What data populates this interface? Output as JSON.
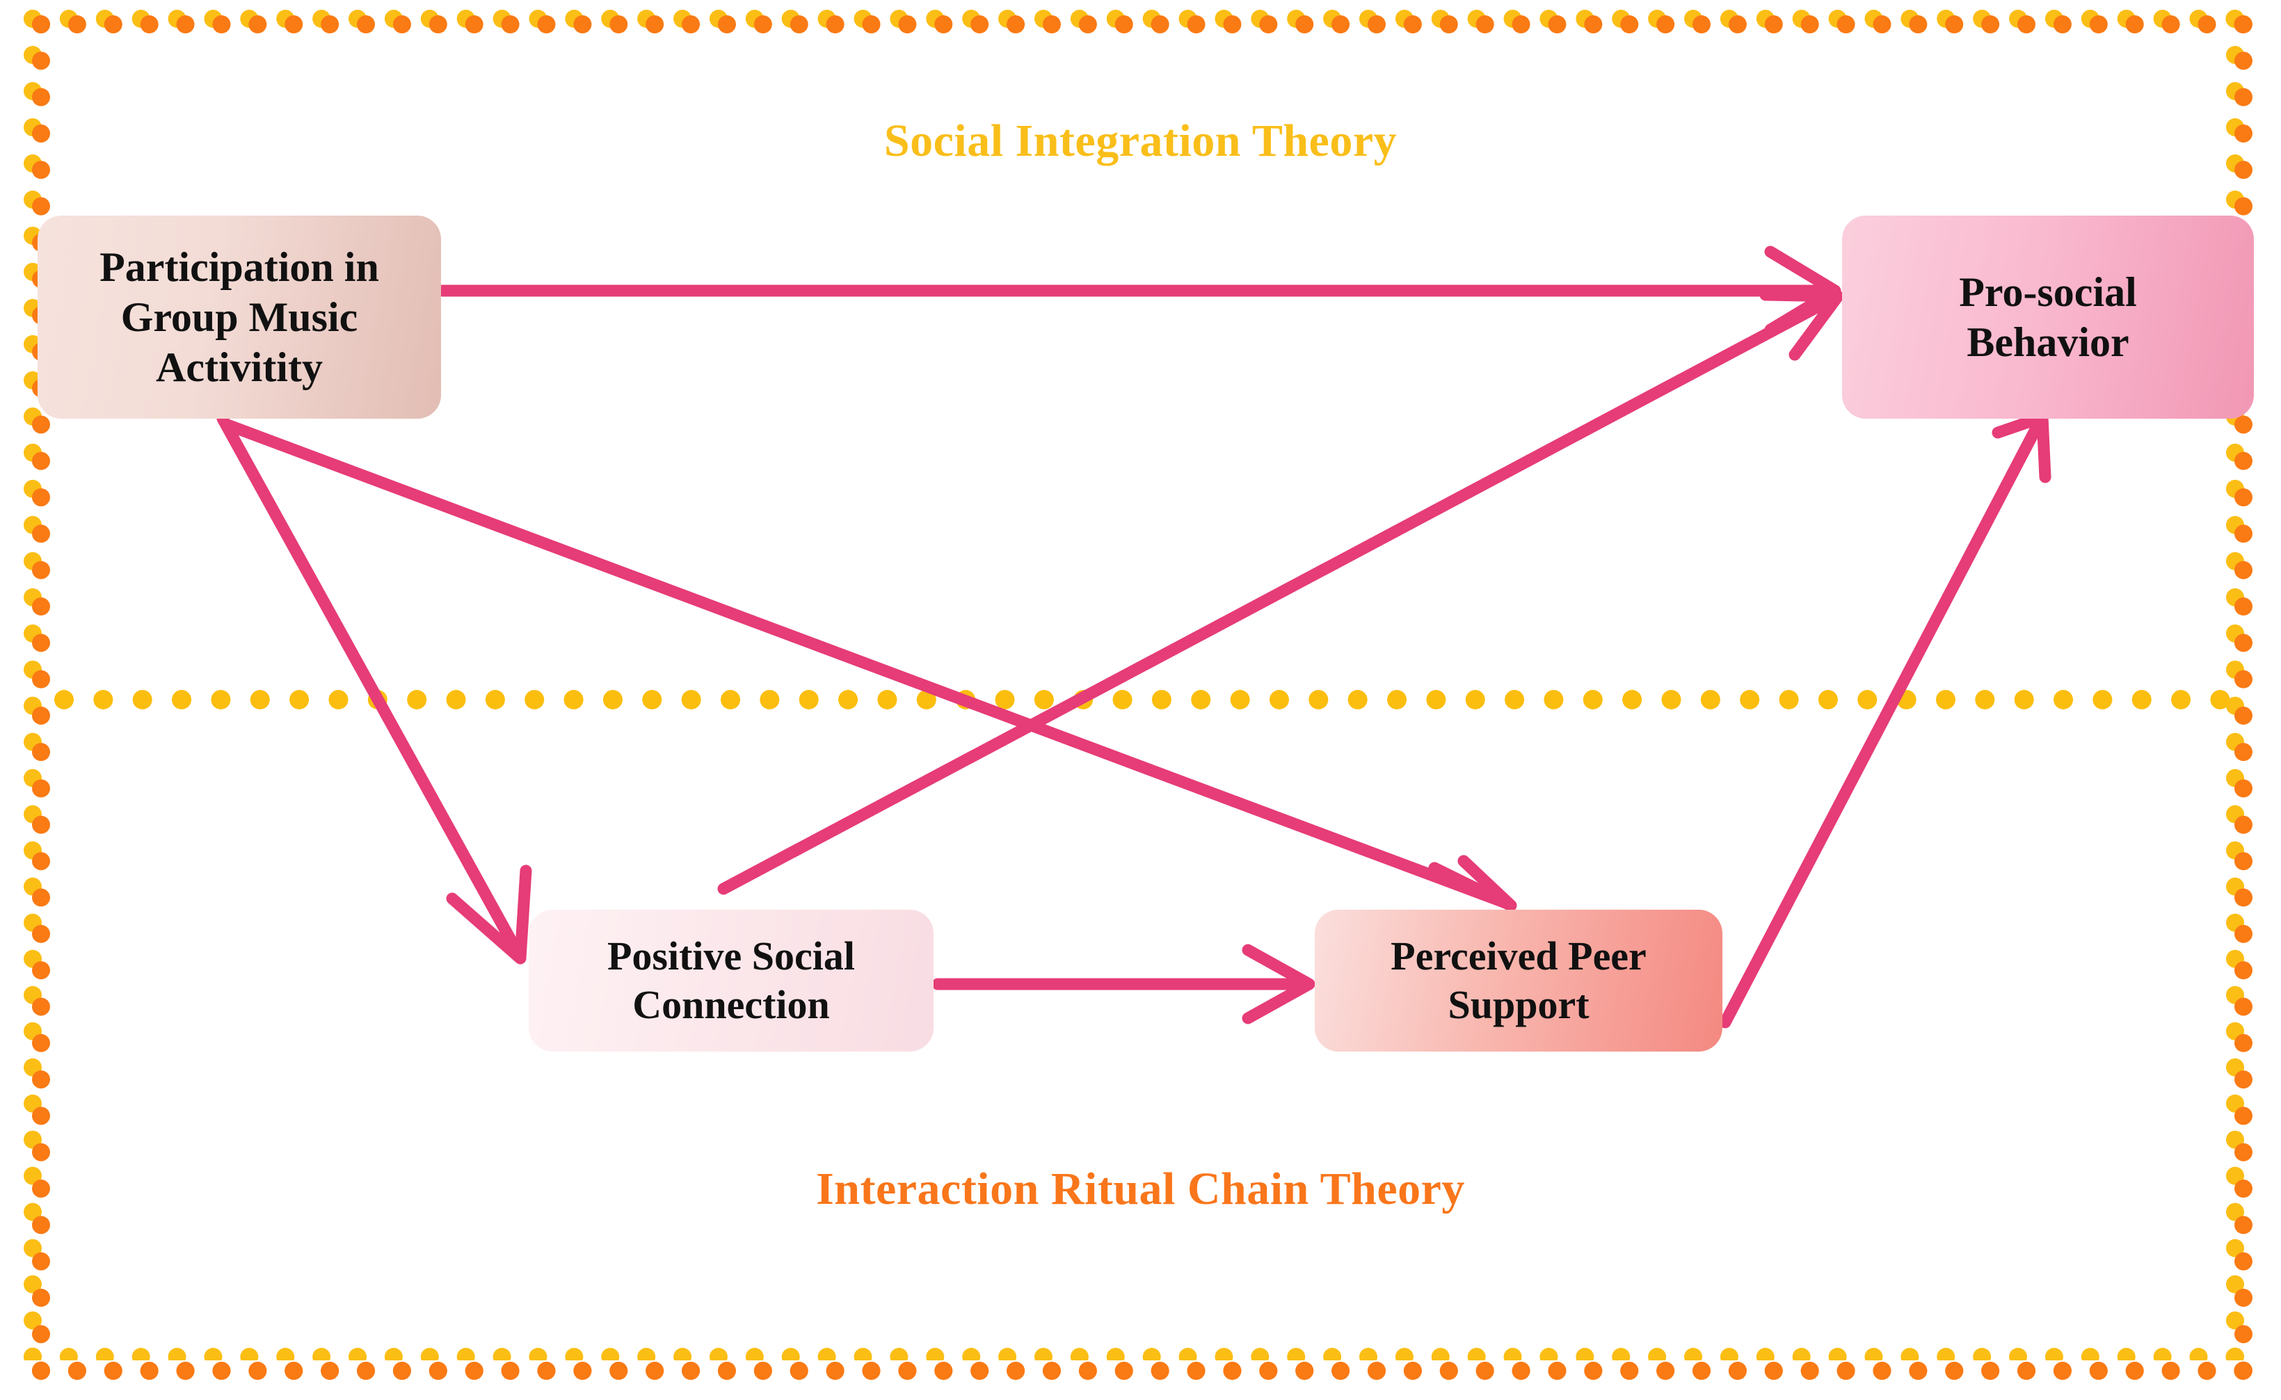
{
  "diagram": {
    "title_top": "Social Integration Theory",
    "title_bottom": "Interaction Ritual Chain Theory",
    "colors": {
      "top_band_label": "#F9BE19",
      "bottom_band_label": "#F9761B",
      "frame_orange": "#FA7A14",
      "frame_yellow": "#FBBE14",
      "divider_yellow": "#FBBE0E",
      "arrow": "#E63C77",
      "node_text": "#111111"
    },
    "nodes": [
      {
        "id": "participation",
        "label": "Participation in Group Music Activitity",
        "lines": [
          "Participation in",
          "Group Music",
          "Activitity"
        ],
        "band": "Social Integration Theory"
      },
      {
        "id": "prosocial",
        "label": "Pro-social Behavior",
        "lines": [
          "Pro-social",
          "Behavior"
        ],
        "band": "Social Integration Theory"
      },
      {
        "id": "connection",
        "label": "Positive Social Connection",
        "lines": [
          "Positive Social",
          "Connection"
        ],
        "band": "Interaction Ritual Chain Theory"
      },
      {
        "id": "support",
        "label": "Perceived Peer Support",
        "lines": [
          "Perceived Peer",
          "Support"
        ],
        "band": "Interaction Ritual Chain Theory"
      }
    ],
    "edges": [
      {
        "id": "edge-participation-to-prosocial",
        "from": "participation",
        "to": "prosocial",
        "style": "straight-horizontal"
      },
      {
        "id": "edge-participation-to-connection",
        "from": "participation",
        "to": "connection",
        "style": "diagonal-down"
      },
      {
        "id": "edge-participation-to-support",
        "from": "participation",
        "to": "support",
        "style": "diagonal-down"
      },
      {
        "id": "edge-connection-to-prosocial",
        "from": "connection",
        "to": "prosocial",
        "style": "diagonal-up"
      },
      {
        "id": "edge-connection-to-support",
        "from": "connection",
        "to": "support",
        "style": "straight-horizontal"
      },
      {
        "id": "edge-support-to-prosocial",
        "from": "support",
        "to": "prosocial",
        "style": "diagonal-up"
      }
    ]
  }
}
